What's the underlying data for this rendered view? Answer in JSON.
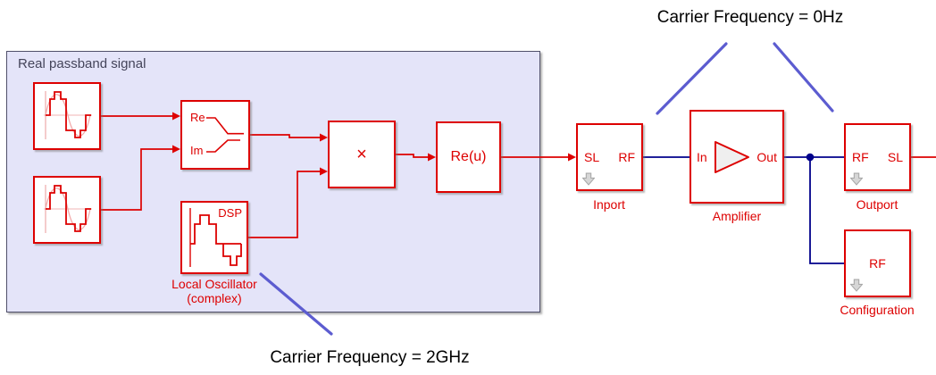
{
  "colors": {
    "block_red": "#dd0000",
    "rf_wire_navy": "#00008b",
    "annotation_line_blue": "#5c5cd0",
    "subsystem_fill": "#e4e4f9",
    "subsystem_border": "#50506a",
    "subsystem_title_color": "#44445a",
    "annotation_text": "#000000",
    "amp_triangle_fill": "#efefef",
    "link_arrow_gray": "#c9c9c9"
  },
  "annotations": {
    "top_label": "Carrier Frequency = 0Hz",
    "bottom_label": "Carrier Frequency = 2GHz"
  },
  "subsystem": {
    "title": "Real passband signal"
  },
  "blocks": {
    "real_imag": {
      "port_re": "Re",
      "port_im": "Im"
    },
    "local_oscillator": {
      "icon_label": "DSP",
      "caption_line1": "Local Oscillator",
      "caption_line2": "(complex)"
    },
    "product": {
      "symbol": "×"
    },
    "real_part": {
      "label": "Re(u)"
    },
    "inport": {
      "port_left": "SL",
      "port_right": "RF",
      "caption": "Inport"
    },
    "amplifier": {
      "port_left": "In",
      "port_right": "Out",
      "caption": "Amplifier"
    },
    "outport": {
      "port_left": "RF",
      "port_right": "SL",
      "caption": "Outport"
    },
    "configuration": {
      "port": "RF",
      "caption": "Configuration"
    }
  }
}
